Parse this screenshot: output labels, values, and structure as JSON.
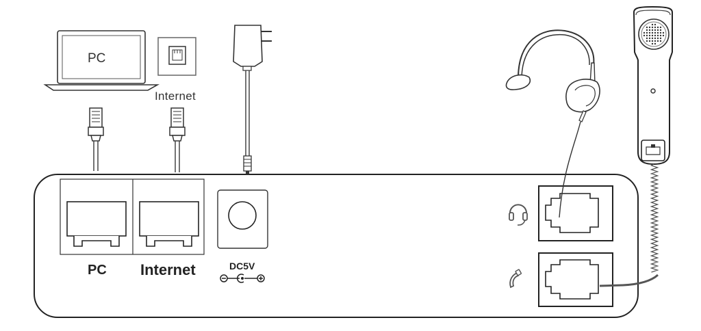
{
  "labels": {
    "pc_screen": "PC",
    "internet_wall": "Internet",
    "pc_port": "PC",
    "internet_port": "Internet",
    "dc_port": "DC5V"
  },
  "icons": {
    "headset_port": "headset-icon",
    "handset_port": "handset-icon",
    "polarity": "dc-polarity-symbol"
  },
  "colors": {
    "line": "#222222",
    "cable_gray": "#666666",
    "background": "#ffffff"
  }
}
